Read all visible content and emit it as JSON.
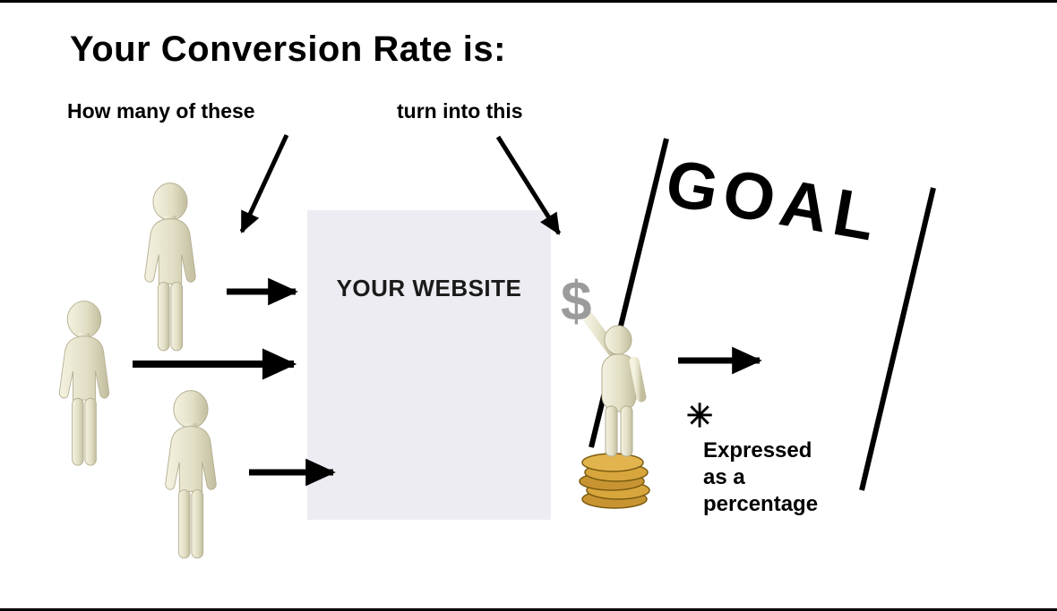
{
  "title": "Your Conversion Rate is:",
  "diagram": {
    "visitors_label": "How many of these",
    "turn_into_label": "turn into this",
    "website_label": "YOUR WEBSITE",
    "goal_label": "GOAL",
    "dollar_glyph": "$",
    "asterisk_glyph": "✳",
    "footnote": "Expressed\nas a\npercentage"
  },
  "colors": {
    "background": "#ffffff",
    "text": "#000000",
    "website_box": "#ececf2",
    "figure_light": "#f4f2e0",
    "figure_dark": "#c2bd9e",
    "coin_gold": "#d8a63c",
    "dollar_gray": "#9b9b9b",
    "arrow": "#000000"
  }
}
